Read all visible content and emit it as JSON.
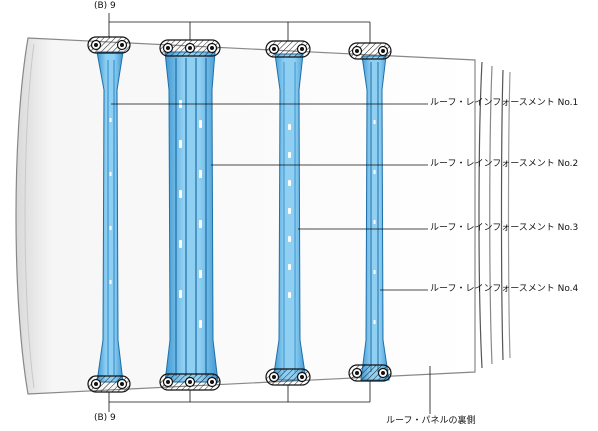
{
  "callouts": {
    "bolt_ref_top": "(B) 9",
    "bolt_ref_bottom": "(B) 9",
    "no1": "ルーフ・レインフォースメント No.1",
    "no2": "ルーフ・レインフォースメント No.2",
    "no3": "ルーフ・レインフォースメント No.3",
    "no4": "ルーフ・レインフォースメント No.4",
    "panel_back": "ルーフ・パネルの裏側"
  },
  "colors": {
    "reinforcement_fill": "#7cc6ee",
    "reinforcement_dark": "#2c86c8",
    "panel_fill": "#f7f7f7",
    "outline": "#222222"
  }
}
